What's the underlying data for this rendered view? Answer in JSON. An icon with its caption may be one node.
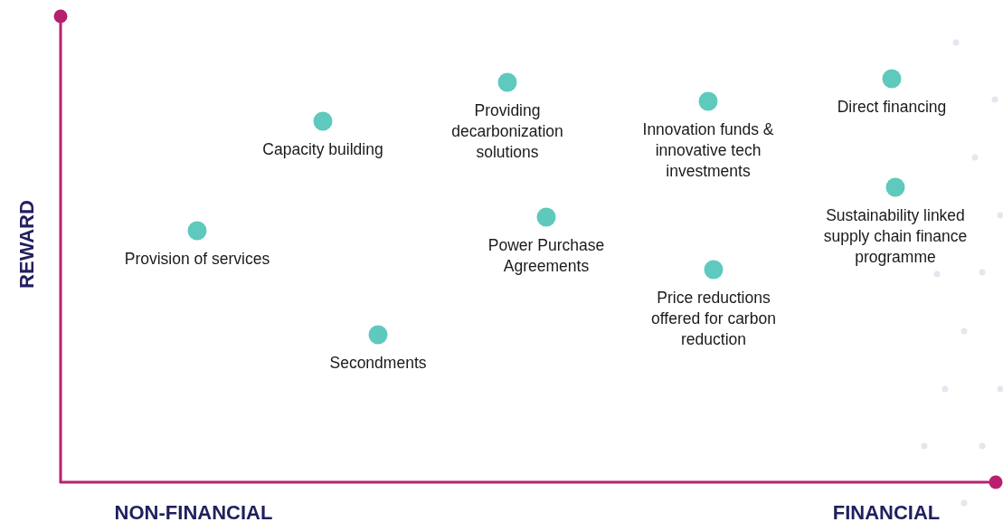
{
  "diagram": {
    "nodes": [
      {
        "text": [
          "Provision of services"
        ]
      },
      {
        "text": [
          "Capacity building"
        ]
      },
      {
        "text": [
          "Secondments"
        ]
      },
      {
        "text": [
          "Providing decarbonization solutions"
        ]
      },
      {
        "text": [
          "Power Purchase Agreements"
        ]
      },
      {
        "text": [
          "Innovation funds & innovative tech investments"
        ]
      },
      {
        "text": [
          "Price reductions offered for carbon reduction"
        ]
      },
      {
        "text": [
          "Direct financing"
        ]
      },
      {
        "text": [
          "Sustainability linked supply chain finance programme"
        ]
      }
    ],
    "labels": [
      "REWARD",
      "NON-FINANCIAL",
      "FINANCIAL"
    ]
  }
}
